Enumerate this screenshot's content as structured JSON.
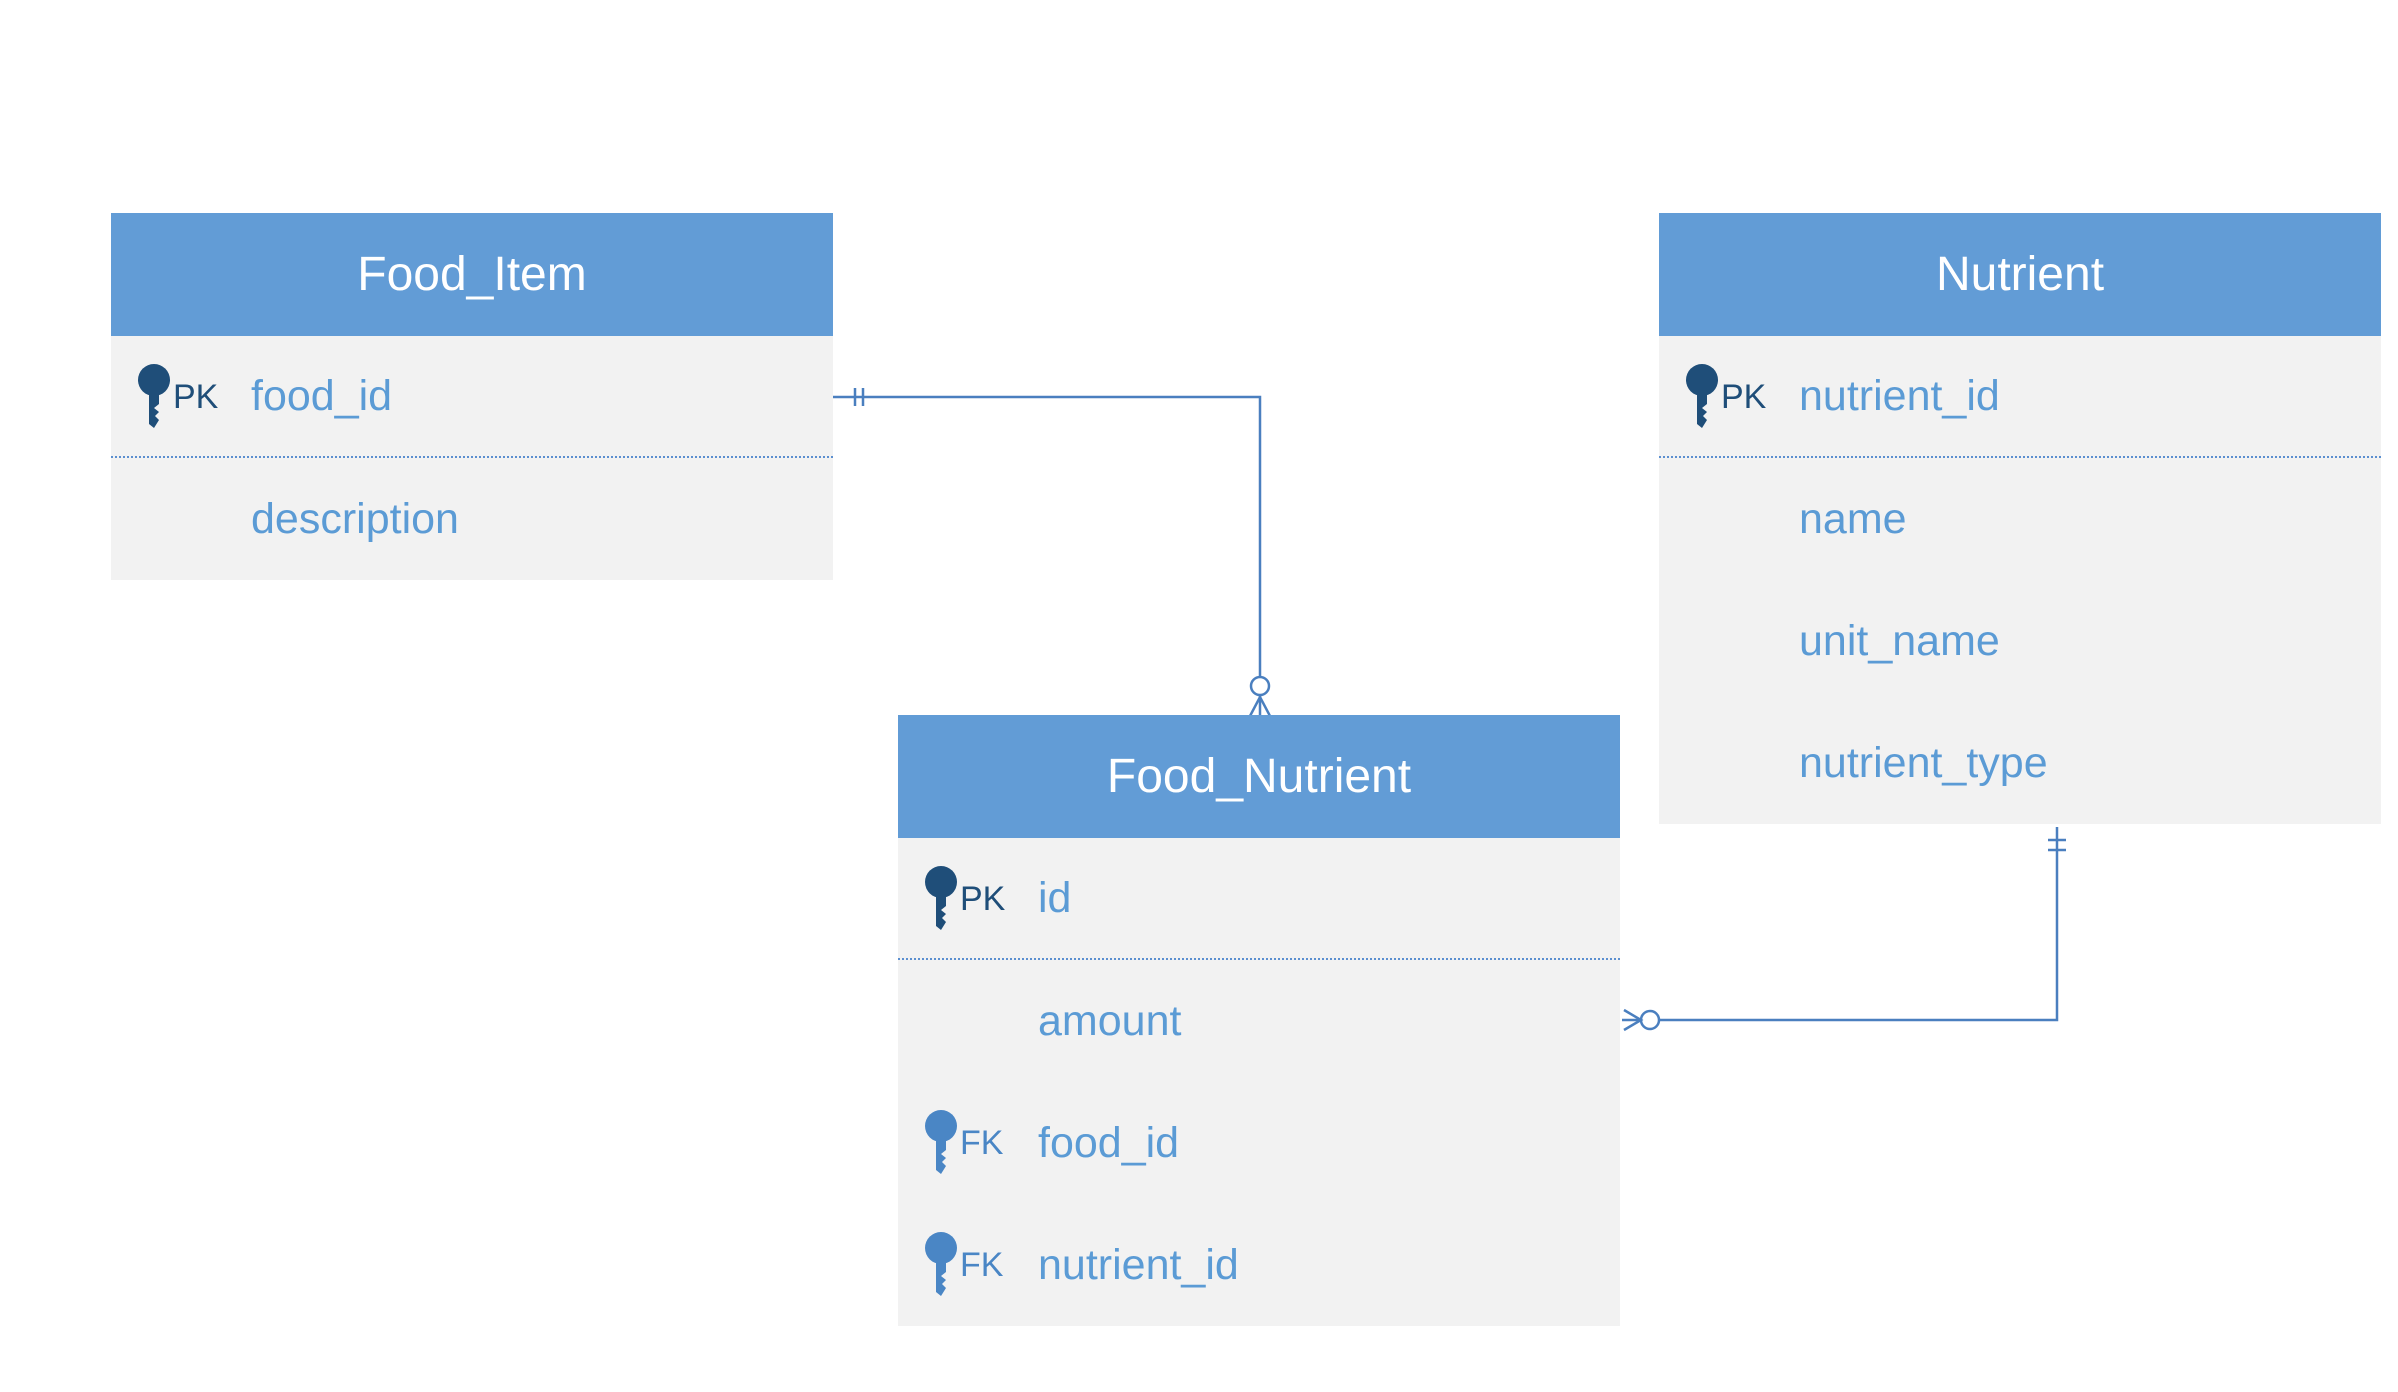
{
  "entities": {
    "food_item": {
      "title": "Food_Item",
      "pk": {
        "label": "PK",
        "name": "food_id"
      },
      "attrs": [
        "description"
      ]
    },
    "nutrient": {
      "title": "Nutrient",
      "pk": {
        "label": "PK",
        "name": "nutrient_id"
      },
      "attrs": [
        "name",
        "unit_name",
        "nutrient_type"
      ]
    },
    "food_nutrient": {
      "title": "Food_Nutrient",
      "pk": {
        "label": "PK",
        "name": "id"
      },
      "attrs": [
        "amount"
      ],
      "fks": [
        {
          "label": "FK",
          "name": "food_id"
        },
        {
          "label": "FK",
          "name": "nutrient_id"
        }
      ]
    }
  },
  "relationships": [
    {
      "from": "Food_Item.food_id",
      "from_cardinality": "exactly-one",
      "to": "Food_Nutrient",
      "to_cardinality": "zero-or-many"
    },
    {
      "from": "Nutrient",
      "from_cardinality": "exactly-one",
      "to": "Food_Nutrient.amount",
      "to_cardinality": "zero-or-many"
    }
  ],
  "colors": {
    "header": "#629cd6",
    "body": "#f2f2f2",
    "attr_text": "#5b9bd5",
    "pk_icon": "#1f4e79",
    "fk_icon": "#4a86c5",
    "connector": "#4a7fbf"
  }
}
